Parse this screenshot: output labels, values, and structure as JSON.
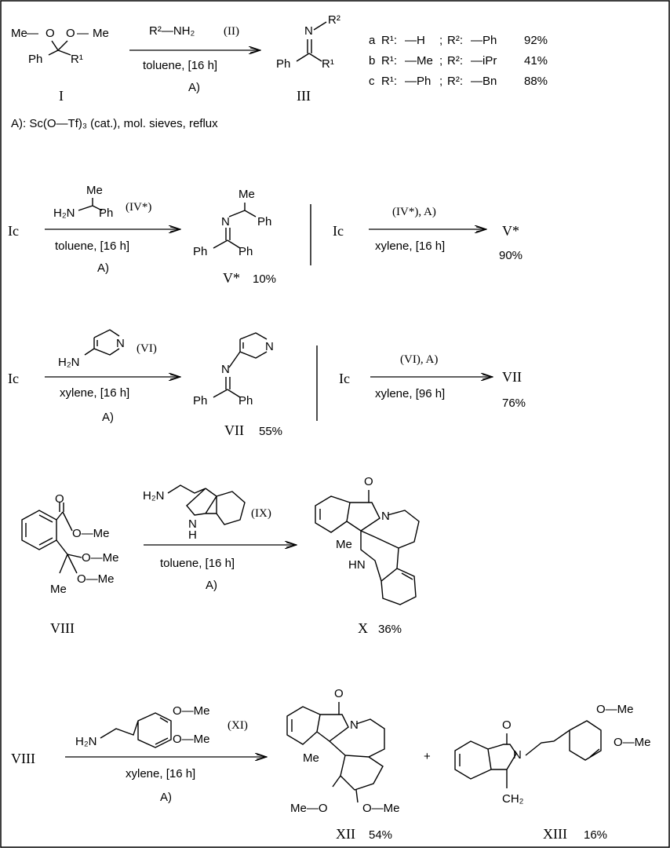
{
  "scheme": {
    "reaction1": {
      "reactant_label": "I",
      "product_label": "III",
      "reagent": "R²—NH₂",
      "reagent_tag": "(II)",
      "solvent_time": "toluene, [16 h]",
      "cond_ref": "A)",
      "reactant_atoms": [
        "Me",
        "O",
        "O",
        "Me",
        "Ph",
        "R¹"
      ],
      "product_atoms": [
        "N",
        "R²",
        "Ph",
        "R¹"
      ],
      "entries": [
        {
          "id": "a",
          "r1": "—H",
          "r2": "—Ph",
          "yield": "92%"
        },
        {
          "id": "b",
          "r1": "—Me",
          "r2": "—iPr",
          "yield": "41%"
        },
        {
          "id": "c",
          "r1": "—Ph",
          "r2": "—Bn",
          "yield": "88%"
        }
      ],
      "r1_label": "R¹:",
      "r2_label": "R²:",
      "footnote": "A): Sc(O—Tf)₃ (cat.), mol. sieves, reflux"
    },
    "reaction2": {
      "left": {
        "start": "Ic",
        "reagent_atoms": [
          "Me",
          "H₂N",
          "Ph"
        ],
        "reagent_tag": "(IV*)",
        "solvent_time": "toluene, [16 h]",
        "cond_ref": "A)",
        "product_atoms": [
          "Me",
          "N",
          "Ph",
          "Ph",
          "Ph"
        ],
        "product_label": "V*",
        "yield": "10%"
      },
      "right": {
        "start": "Ic",
        "above": "(IV*), A)",
        "below": "xylene, [16 h]",
        "product": "V*",
        "yield": "90%"
      }
    },
    "reaction3": {
      "left": {
        "start": "Ic",
        "reagent_atoms": [
          "N",
          "H₂N"
        ],
        "reagent_tag": "(VI)",
        "solvent_time": "xylene, [16 h]",
        "cond_ref": "A)",
        "product_atoms": [
          "N",
          "N",
          "Ph",
          "Ph"
        ],
        "product_label": "VII",
        "yield": "55%"
      },
      "right": {
        "start": "Ic",
        "above": "(VI), A)",
        "below": "xylene, [96 h]",
        "product": "VII",
        "yield": "76%"
      }
    },
    "reaction4": {
      "reactant_label": "VIII",
      "reactant_atoms": [
        "O",
        "O—Me",
        "O—Me",
        "O—Me",
        "Me"
      ],
      "reagent_atoms": [
        "H₂N",
        "N",
        "H"
      ],
      "reagent_tag": "(IX)",
      "solvent_time": "toluene, [16 h]",
      "cond_ref": "A)",
      "product_atoms": [
        "O",
        "N",
        "Me",
        "HN"
      ],
      "product_label": "X",
      "yield": "36%"
    },
    "reaction5": {
      "start": "VIII",
      "reagent_atoms": [
        "O—Me",
        "O—Me",
        "H₂N"
      ],
      "reagent_tag": "(XI)",
      "solvent_time": "xylene, [16 h]",
      "cond_ref": "A)",
      "plus": "+",
      "product1_atoms": [
        "O",
        "N",
        "Me",
        "Me—O",
        "O—Me"
      ],
      "product1_label": "XII",
      "product1_yield": "54%",
      "product2_atoms": [
        "O",
        "N",
        "CH₂",
        "O—Me",
        "O—Me"
      ],
      "product2_label": "XIII",
      "product2_yield": "16%"
    }
  }
}
